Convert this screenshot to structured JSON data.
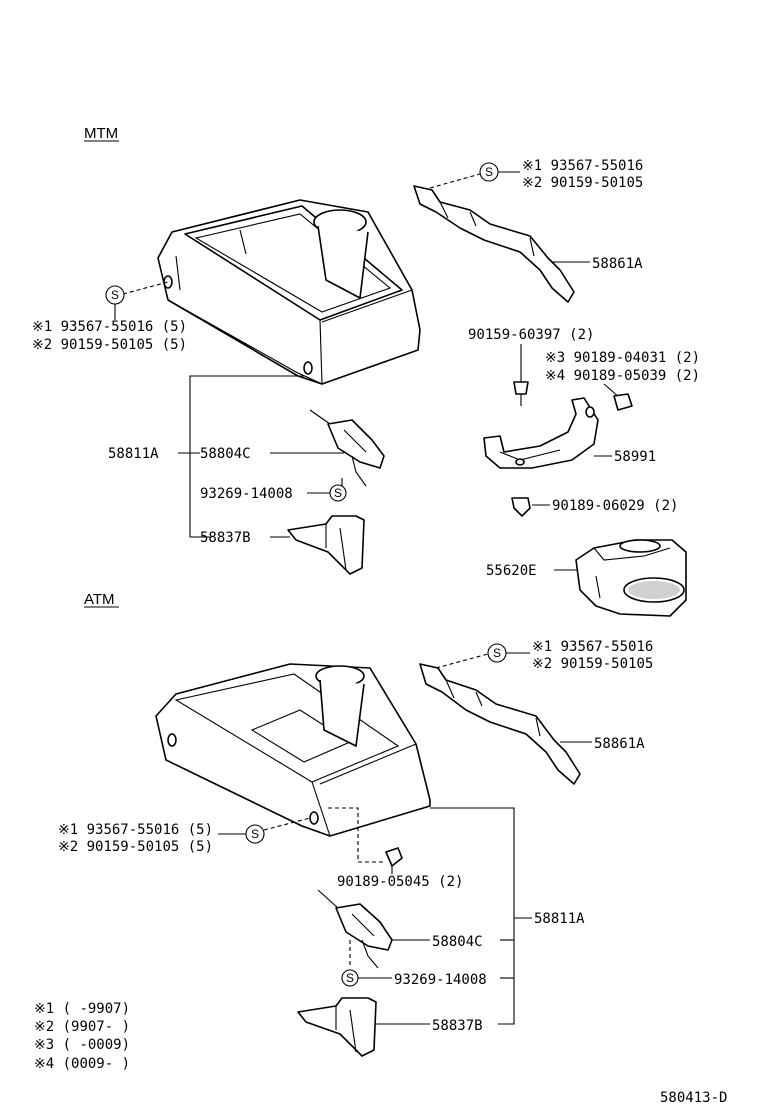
{
  "sections": {
    "mtm": "MTM",
    "atm": "ATM"
  },
  "sealant_symbol": "S",
  "mtm": {
    "bracket_notes": [
      "※1 93567-55016",
      "※2 90159-50105"
    ],
    "bracket_part": "58861A",
    "console_notes": [
      "※1 93567-55016 (5)",
      "※2 90159-50105 (5)"
    ],
    "console_part": "58811A",
    "lever_part": "58804C",
    "screw_part": "93269-14008",
    "holder_part": "58837B",
    "bolt_part": "90159-60397 (2)",
    "nut_notes": [
      "※3 90189-04031 (2)",
      "※4 90189-05039 (2)"
    ],
    "bracket2_part": "58991",
    "lower_nut_part": "90189-06029 (2)",
    "cup_holder_part": "55620E"
  },
  "atm": {
    "bracket_notes": [
      "※1 93567-55016",
      "※2 90159-50105"
    ],
    "bracket_part": "58861A",
    "console_notes": [
      "※1 93567-55016 (5)",
      "※2 90159-50105 (5)"
    ],
    "nut_part": "90189-05045 (2)",
    "console_part": "58811A",
    "lever_part": "58804C",
    "screw_part": "93269-14008",
    "holder_part": "58837B"
  },
  "legend": [
    "※1 (      -9907)",
    "※2 (9907-      )",
    "※3 (      -0009)",
    "※4 (0009-      )"
  ],
  "drawing_code": "580413-D"
}
